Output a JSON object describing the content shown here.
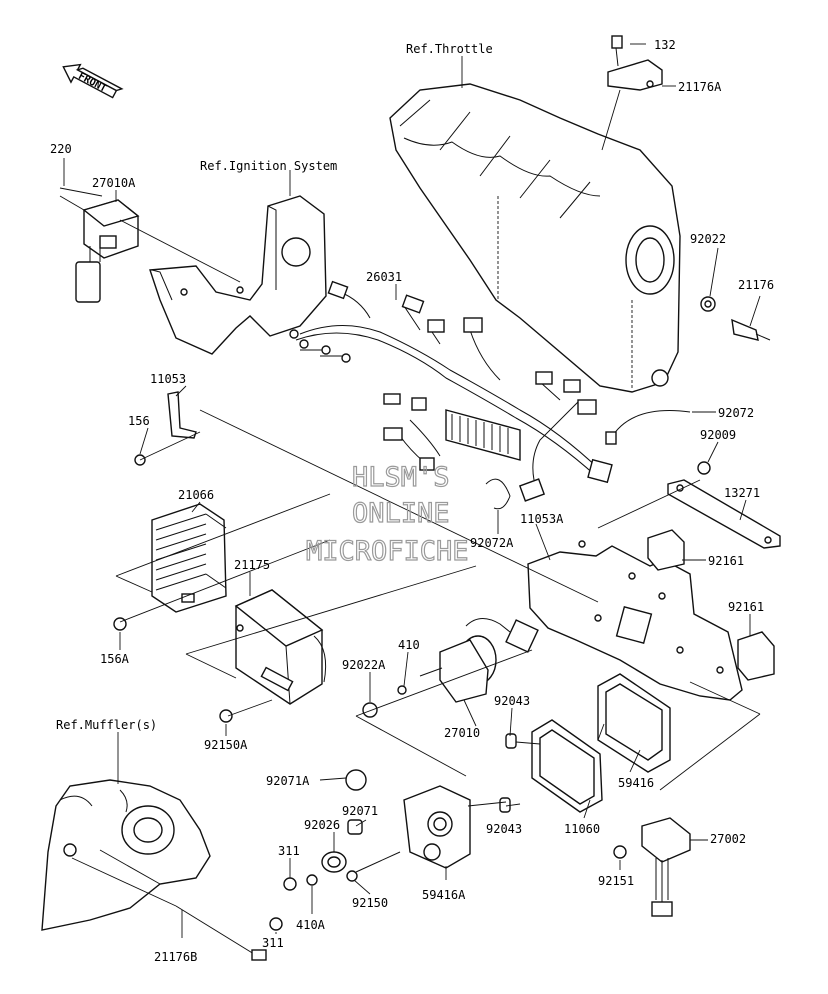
{
  "watermark": [
    "HLSM'S",
    "ONLINE",
    "MICROFICHE"
  ],
  "front_arrow_label": "FRONT",
  "references": {
    "throttle": "Ref.Throttle",
    "ignition": "Ref.Ignition System",
    "muffler": "Ref.Muffler(s)"
  },
  "parts": {
    "p132": "132",
    "p21176A": "21176A",
    "p220": "220",
    "p27010A": "27010A",
    "p26031": "26031",
    "p92022": "92022",
    "p21176": "21176",
    "p11053": "11053",
    "p156": "156",
    "p92072": "92072",
    "p92009": "92009",
    "p21066": "21066",
    "p13271": "13271",
    "p11053A": "11053A",
    "p92072A": "92072A",
    "p92161a": "92161",
    "p21175": "21175",
    "p92161b": "92161",
    "p410": "410",
    "p156A": "156A",
    "p92022A": "92022A",
    "p92043a": "92043",
    "p27010": "27010",
    "p92150A": "92150A",
    "p59416": "59416",
    "p92071A": "92071A",
    "p92071": "92071",
    "p92043b": "92043",
    "p11060": "11060",
    "p92026": "92026",
    "p27002": "27002",
    "p311a": "311",
    "p92150": "92150",
    "p59416A": "59416A",
    "p92151": "92151",
    "p410A": "410A",
    "p311b": "311",
    "p21176B": "21176B"
  }
}
